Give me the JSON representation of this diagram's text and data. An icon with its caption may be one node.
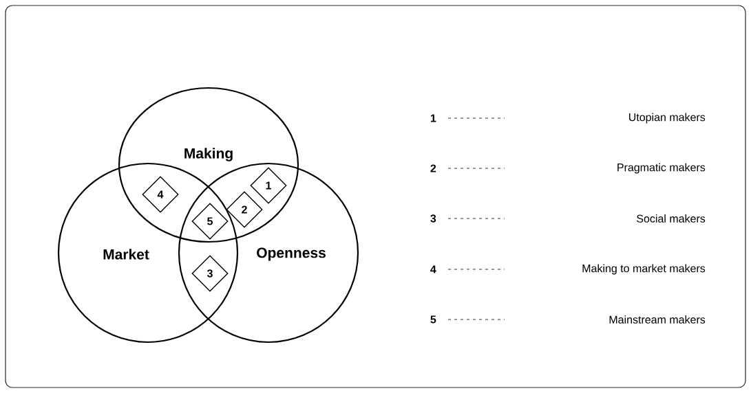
{
  "diagram": {
    "nodes": [
      {
        "text": [
          "Making"
        ]
      },
      {
        "text": [
          "Market"
        ]
      },
      {
        "text": [
          "Openness"
        ]
      },
      {
        "text": [
          "1"
        ]
      },
      {
        "text": [
          "4"
        ]
      },
      {
        "text": [
          "2"
        ]
      },
      {
        "text": [
          "5"
        ]
      },
      {
        "text": [
          "3"
        ]
      }
    ],
    "labels": [
      "1",
      "Utopian makers",
      "2",
      "Pragmatic makers",
      "3",
      "Social makers",
      "4",
      "Making to market makers",
      "5",
      "Mainstream makers"
    ]
  }
}
